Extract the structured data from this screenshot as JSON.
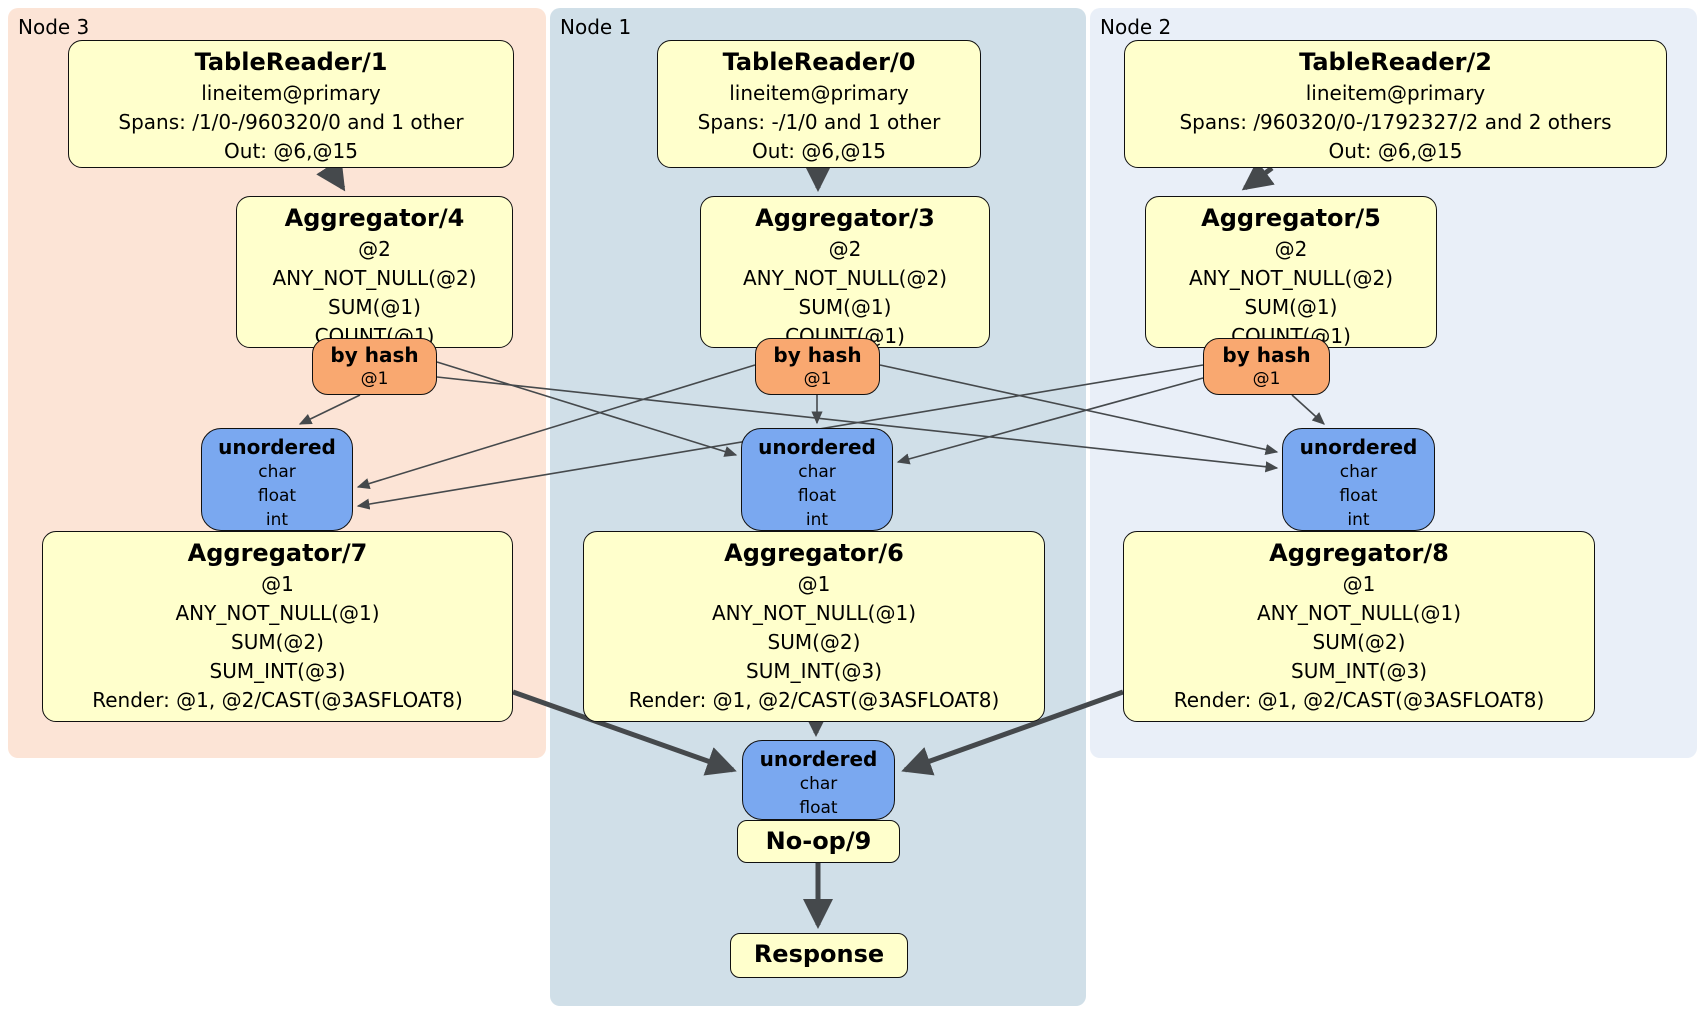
{
  "colors": {
    "page_bg": "#ffffff",
    "node3_panel_bg": "#fce4d6",
    "node1_panel_bg": "#d0dfe8",
    "node2_panel_bg": "#e9eff8",
    "processor_box_bg": "#ffffcc",
    "router_box_bg": "#f9a870",
    "sync_box_bg": "#7aa8f0",
    "edge_color": "#45494c",
    "box_border": "#101010"
  },
  "panels": [
    {
      "label": "Node 3"
    },
    {
      "label": "Node 1"
    },
    {
      "label": "Node 2"
    }
  ],
  "boxes": {
    "tr1": {
      "title": "TableReader/1",
      "lines": [
        "lineitem@primary",
        "Spans: /1/0-/960320/0 and 1 other",
        "Out: @6,@15"
      ]
    },
    "agg4": {
      "title": "Aggregator/4",
      "lines": [
        "@2",
        "ANY_NOT_NULL(@2)",
        "SUM(@1)",
        "COUNT(@1)"
      ]
    },
    "hash3": {
      "title": "by hash",
      "lines": [
        "@1"
      ]
    },
    "sync3": {
      "title": "unordered",
      "lines": [
        "char",
        "float",
        "int"
      ]
    },
    "agg7": {
      "title": "Aggregator/7",
      "lines": [
        "@1",
        "ANY_NOT_NULL(@1)",
        "SUM(@2)",
        "SUM_INT(@3)",
        "Render: @1, @2/CAST(@3ASFLOAT8)"
      ]
    },
    "tr0": {
      "title": "TableReader/0",
      "lines": [
        "lineitem@primary",
        "Spans: -/1/0 and 1 other",
        "Out: @6,@15"
      ]
    },
    "agg3": {
      "title": "Aggregator/3",
      "lines": [
        "@2",
        "ANY_NOT_NULL(@2)",
        "SUM(@1)",
        "COUNT(@1)"
      ]
    },
    "hash1": {
      "title": "by hash",
      "lines": [
        "@1"
      ]
    },
    "sync1": {
      "title": "unordered",
      "lines": [
        "char",
        "float",
        "int"
      ]
    },
    "agg6": {
      "title": "Aggregator/6",
      "lines": [
        "@1",
        "ANY_NOT_NULL(@1)",
        "SUM(@2)",
        "SUM_INT(@3)",
        "Render: @1, @2/CAST(@3ASFLOAT8)"
      ]
    },
    "sync_final": {
      "title": "unordered",
      "lines": [
        "char",
        "float"
      ]
    },
    "noop": {
      "title": "No-op/9",
      "lines": []
    },
    "response": {
      "title": "Response",
      "lines": []
    },
    "tr2": {
      "title": "TableReader/2",
      "lines": [
        "lineitem@primary",
        "Spans: /960320/0-/1792327/2 and 2 others",
        "Out: @6,@15"
      ]
    },
    "agg5": {
      "title": "Aggregator/5",
      "lines": [
        "@2",
        "ANY_NOT_NULL(@2)",
        "SUM(@1)",
        "COUNT(@1)"
      ]
    },
    "hash2": {
      "title": "by hash",
      "lines": [
        "@1"
      ]
    },
    "sync2": {
      "title": "unordered",
      "lines": [
        "char",
        "float",
        "int"
      ]
    },
    "agg8": {
      "title": "Aggregator/8",
      "lines": [
        "@1",
        "ANY_NOT_NULL(@1)",
        "SUM(@2)",
        "SUM_INT(@3)",
        "Render: @1, @2/CAST(@3ASFLOAT8)"
      ]
    }
  }
}
